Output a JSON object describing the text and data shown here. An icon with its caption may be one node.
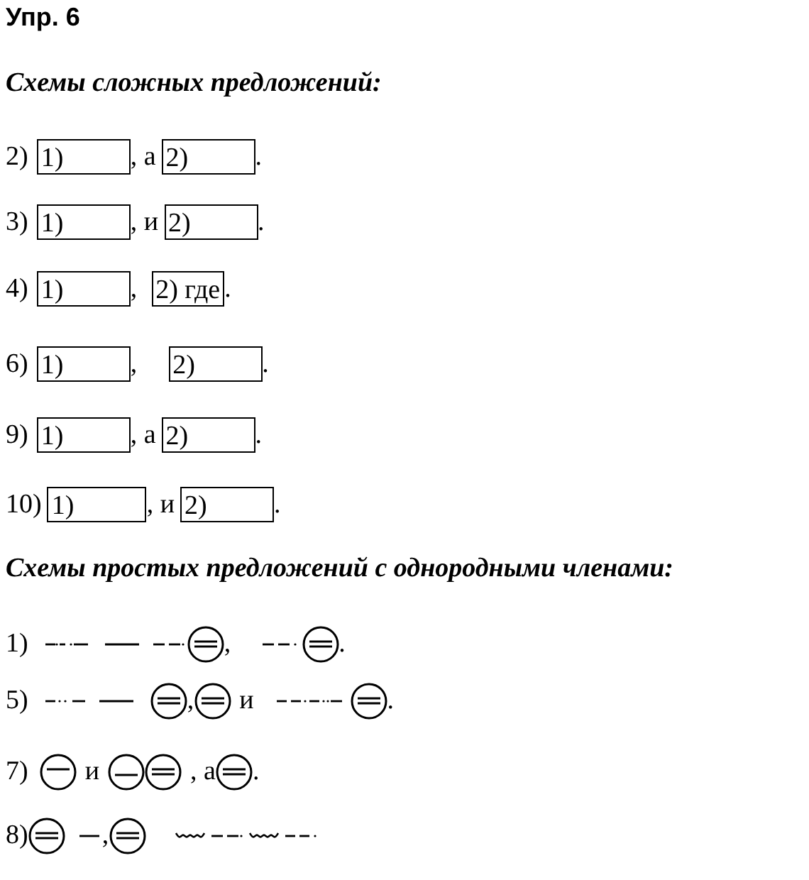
{
  "diagram": {
    "title": "Упр. 6",
    "nodes": [
      {
        "text": [
          "1)"
        ]
      },
      {
        "text": [
          "2)"
        ]
      },
      {
        "text": [
          "1)"
        ]
      },
      {
        "text": [
          "2)"
        ]
      },
      {
        "text": [
          "1)"
        ]
      },
      {
        "text": [
          "2) где"
        ]
      },
      {
        "text": [
          "1)"
        ]
      },
      {
        "text": [
          "2)"
        ]
      },
      {
        "text": [
          "1)"
        ]
      },
      {
        "text": [
          "2)"
        ]
      },
      {
        "text": [
          "1)"
        ]
      },
      {
        "text": [
          "2)"
        ]
      },
      {
        "text": [],
        "shape": "circle"
      },
      {
        "text": [],
        "shape": "circle"
      },
      {
        "text": [],
        "shape": "circle"
      },
      {
        "text": [],
        "shape": "circle"
      },
      {
        "text": [],
        "shape": "circle"
      },
      {
        "text": [],
        "shape": "circle"
      },
      {
        "text": [],
        "shape": "circle"
      },
      {
        "text": [],
        "shape": "circle"
      },
      {
        "text": [],
        "shape": "circle"
      },
      {
        "text": [],
        "shape": "circle"
      },
      {
        "text": [],
        "shape": "circle"
      }
    ],
    "edges": [],
    "labels": [
      "Схемы сложных предложений:",
      "2)",
      ", а",
      ".",
      "3)",
      ", и",
      ".",
      "4)",
      ",",
      ".",
      "6)",
      ",",
      ".",
      "9)",
      ", а",
      ".",
      "10)",
      ", и",
      ".",
      "Схемы простых предложений с однородными членами:",
      "1)",
      ",",
      ".",
      "5)",
      ",",
      "и",
      ".",
      "7)",
      "и",
      ", а",
      ".",
      "8)",
      ","
    ]
  }
}
